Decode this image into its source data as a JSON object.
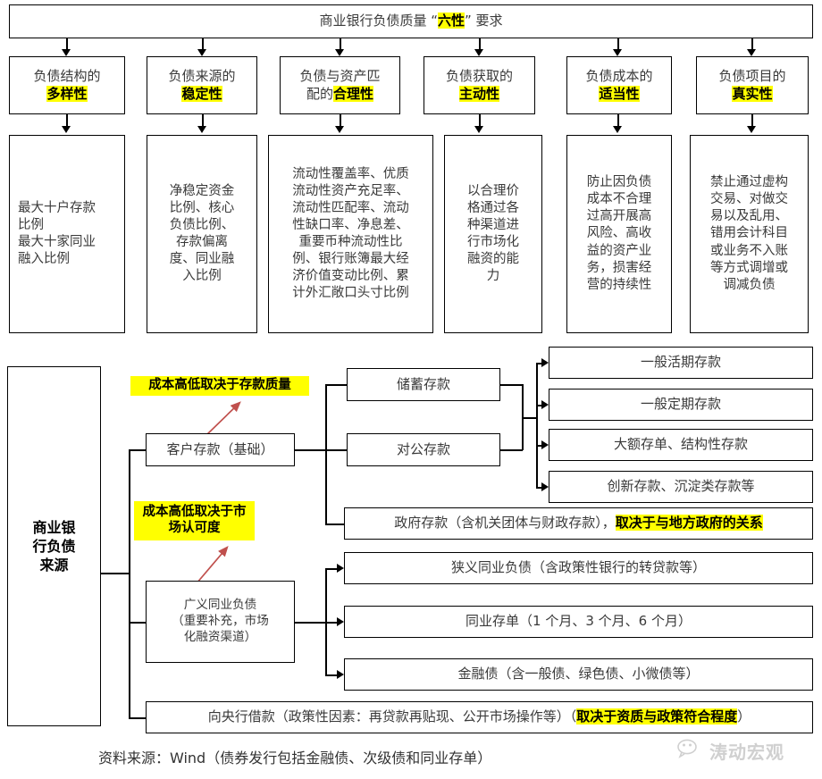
{
  "top": {
    "title_parts": [
      "商业银行负债质量 “",
      "六性",
      "” 要求"
    ],
    "title_plain": "商业银行负债质量 “六性” 要求",
    "pillars": [
      {
        "prefix": "负债结构的",
        "highlight": "多样性",
        "detail_lines": [
          "最大十户存款",
          "比例",
          "最大十家同业",
          "融入比例"
        ]
      },
      {
        "prefix": "负债来源的",
        "highlight": "稳定性",
        "detail_lines": [
          "净稳定资金",
          "比例、核心",
          "负债比例、",
          "存款偏离",
          "度、同业融",
          "入比例"
        ]
      },
      {
        "prefix": "负债与资产匹",
        "prefix2": "配的",
        "highlight": "合理性",
        "detail_lines": [
          "流动性覆盖率、优质",
          "流动性资产充足率、",
          "流动性匹配率、流动",
          "性缺口率、净息差、",
          "重要币种流动性比",
          "例、银行账簿最大经",
          "济价值变动比例、累",
          "计外汇敞口头寸比例"
        ]
      },
      {
        "prefix": "负债获取的",
        "highlight": "主动性",
        "detail_lines": [
          "以合理价",
          "格通过各",
          "种渠道进",
          "行市场化",
          "融资的能",
          "力"
        ]
      },
      {
        "prefix": "负债成本的",
        "highlight": "适当性",
        "detail_lines": [
          "防止因负债",
          "成本不合理",
          "过高开展高",
          "风险、高收",
          "益的资产业",
          "务，损害经",
          "营的持续性"
        ]
      },
      {
        "prefix": "负债项目的",
        "highlight": "真实性",
        "detail_lines": [
          "禁止通过虚构",
          "交易、对做交",
          "易以及乱用、",
          "错用会计科目",
          "或业务不入账",
          "等方式调增或",
          "调减负债"
        ]
      }
    ]
  },
  "bottom": {
    "root_lines": [
      "商业银",
      "行负债",
      "来源"
    ],
    "annotations": [
      {
        "lines": [
          "成本高低取决于存款质量"
        ]
      },
      {
        "lines": [
          "成本高低取决于市",
          "场认可度"
        ]
      }
    ],
    "node_deposits": "客户存款（基础）",
    "node_interbank_lines": [
      "广义同业负债",
      "（重要补充，市场",
      "化融资渠道）"
    ],
    "deposit_children": [
      "储蓄存款",
      "对公存款"
    ],
    "deposit_leaves": [
      "一般活期存款",
      "一般定期存款",
      "大额存单、结构性存款",
      "创新存款、沉淀类存款等"
    ],
    "gov_deposit": {
      "normal": "政府存款（含机关团体与财政存款），",
      "highlight": "取决于与地方政府的关系"
    },
    "interbank_leaves": [
      "狭义同业负债（含政策性银行的转贷款等）",
      "同业存单（1 个月、3 个月、6 个月）",
      "金融债（含一般债、绿色债、小微债等）"
    ],
    "central_bank": {
      "normal_a": "向央行借款（政策性因素：再贷款再贴现、公开市场操作等）（",
      "highlight": "取决于资质与政策符合程度",
      "normal_b": "）"
    }
  },
  "footer": {
    "source": "资料来源：Wind（债券发行包括金融债、次级债和同业存单）",
    "watermark": "涛动宏观"
  },
  "colors": {
    "highlight": "#ffff00",
    "line": "#000000",
    "text": "#3a3a3a",
    "annotation_arrow": "#c0504d",
    "watermark": "#d0d0d0"
  }
}
